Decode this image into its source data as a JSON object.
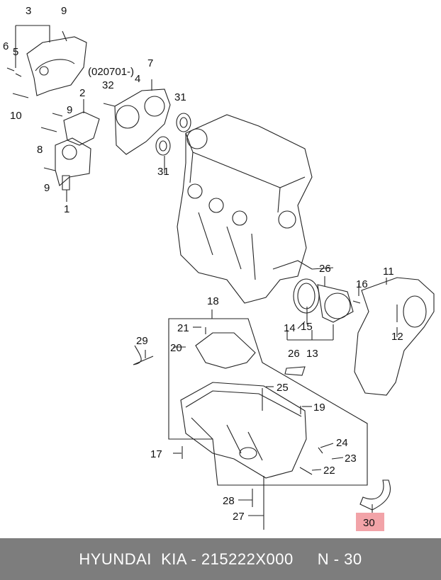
{
  "diagram": {
    "date_note": "(020701-)",
    "callouts": {
      "c3": "3",
      "c9a": "9",
      "c6": "6",
      "c5": "5",
      "c10": "10",
      "c2": "2",
      "c9b": "9",
      "c8": "8",
      "c9c": "9",
      "c1": "1",
      "c7": "7",
      "c4": "4",
      "c32": "32",
      "c31a": "31",
      "c31b": "31",
      "c18": "18",
      "c21": "21",
      "c20": "20",
      "c29": "29",
      "c25": "25",
      "c19": "19",
      "c17": "17",
      "c24": "24",
      "c23": "23",
      "c22": "22",
      "c28": "28",
      "c27": "27",
      "c26a": "26",
      "c26b": "26",
      "c16": "16",
      "c11": "11",
      "c14": "14",
      "c15": "15",
      "c13": "13",
      "c12": "12",
      "c30": "30"
    },
    "highlight_color": "#f2a3a8"
  },
  "footer": {
    "brand": "HYUNDAI  KIA - 215222X000",
    "ref": "N - 30",
    "background": "#7d7d7d"
  }
}
